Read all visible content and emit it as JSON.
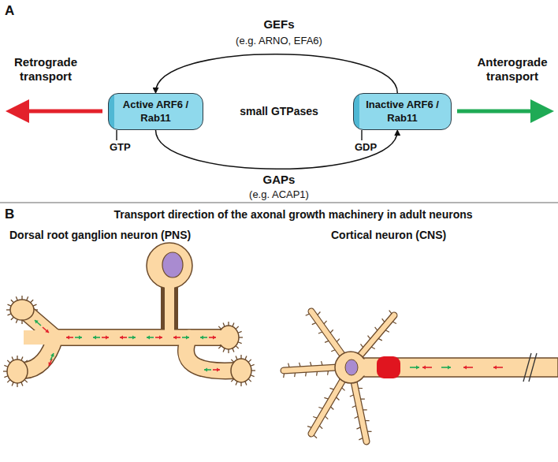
{
  "diagram": {
    "nodes": [
      {
        "text": [
          "Active ARF6 / Rab11"
        ]
      },
      {
        "text": [
          "Inactive ARF6 / Rab11"
        ]
      }
    ],
    "edges": [
      {
        "from": 1,
        "to": 0,
        "arrow": "to",
        "label": "GEFs"
      },
      {
        "from": 0,
        "to": 1,
        "arrow": "to",
        "label": "GAPs"
      }
    ],
    "labels": [
      "A",
      "(e.g. ARNO, EFA6)",
      "Retrograde transport",
      "small GTPases",
      "Anterograde transport",
      "GTP",
      "GDP",
      "(e.g. ACAP1)",
      "B",
      "Transport direction of the axonal growth machinery in adult neurons",
      "Dorsal root ganglion neuron (PNS)",
      "Cortical neuron (CNS)"
    ]
  }
}
